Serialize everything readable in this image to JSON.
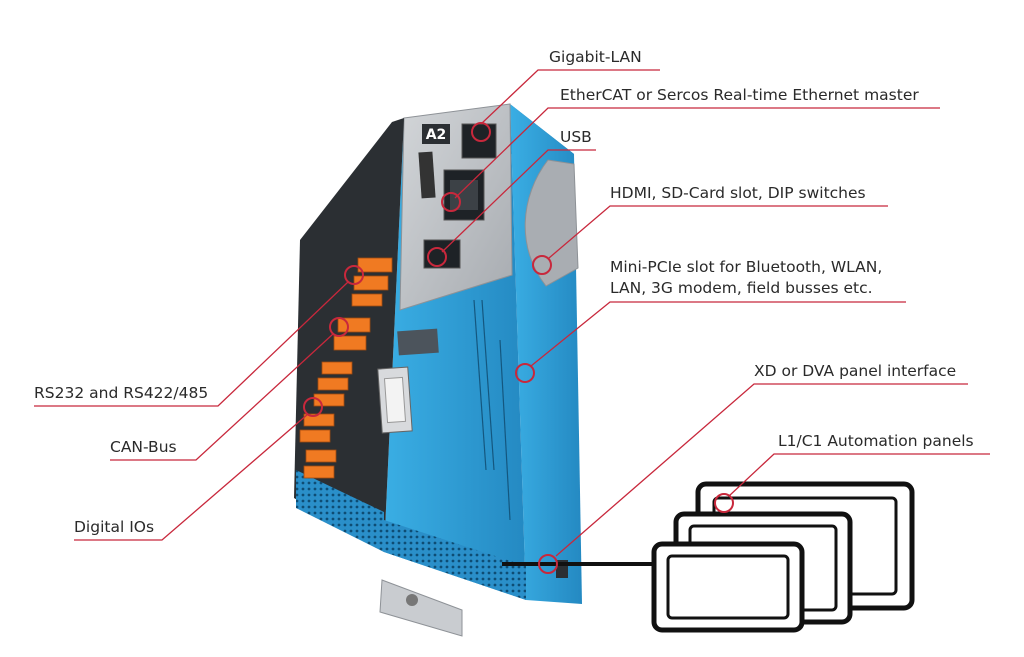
{
  "colors": {
    "callout": "#c8283c",
    "device_blue": "#2f9fd6",
    "device_blue_dark": "#1d7fb4",
    "face_gray": "#b9bcc0",
    "connector_orange": "#f07a22",
    "panel_frame": "#111111"
  },
  "device": {
    "badge": "A2"
  },
  "labels": {
    "gigabit_lan": "Gigabit-LAN",
    "ethercat": "EtherCAT or Sercos Real-time Ethernet master",
    "usb": "USB",
    "hdmi": "HDMI, SD-Card slot, DIP switches",
    "minipcie_line1": "Mini-PCIe slot for Bluetooth, WLAN,",
    "minipcie_line2": "LAN, 3G modem, field busses etc.",
    "xd_dva": "XD or DVA panel interface",
    "panels": "L1/C1 Automation panels",
    "rs232": "RS232 and RS422/485",
    "canbus": "CAN-Bus",
    "digital_io": "Digital IOs"
  }
}
